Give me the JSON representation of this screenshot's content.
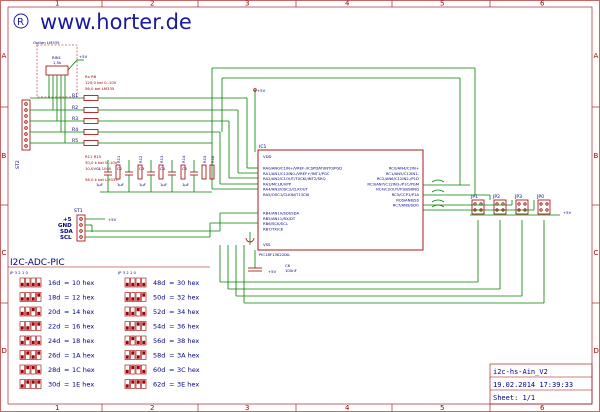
{
  "frame": {
    "cols": [
      "1",
      "2",
      "3",
      "4",
      "5",
      "6"
    ],
    "rows": [
      "A",
      "B",
      "C",
      "D"
    ]
  },
  "header": {
    "reg_mark": "®",
    "url": "www.horter.de"
  },
  "option_box": {
    "title": "Option LM335",
    "rin_name": "RIN1",
    "rin_value": "1,5k",
    "vcc": "+5V"
  },
  "notes": {
    "rx_header": "Rx R6",
    "rx_line1": "120,0 bei 0..10V",
    "rx_line2": "56,0 bei LM335",
    "r_range_header": "R11 R15",
    "r_range_line1": "30,0 k bei 0..10V",
    "r_range_line2": "10,0V = 1000",
    "r_range_line3": "56,0 k bei LM335"
  },
  "resistors": [
    "R1",
    "R2",
    "R3",
    "R4",
    "R5"
  ],
  "connector_st2": "ST2",
  "caps": [
    {
      "name": "C1",
      "value": "1µF"
    },
    {
      "name": "C2",
      "value": "1µF"
    },
    {
      "name": "C3",
      "value": "1µF"
    },
    {
      "name": "C4",
      "value": "1µF"
    },
    {
      "name": "C5",
      "value": "1µF"
    }
  ],
  "rvert": [
    "R11",
    "R12",
    "R13",
    "R14",
    "R15",
    "R16"
  ],
  "vcc_mid": "+5V",
  "ic": {
    "name": "IC1",
    "part": "PIC18F13K22DIL",
    "vdd": "VDD",
    "vss": "VSS",
    "left_pins": [
      "RA0/AN0/C1IN+/VREF-/ICSPDAT/INT0/PGD",
      "RA1/AN1/C12IN0-/VREF+/INT1/PGC",
      "RA2/AN2/C1OUT/T0CKI/INT2/SRQ",
      "RA3/MCLR/VPP",
      "RA4/AN3/OSC2/CLKOUT",
      "RA5/OSC1/CLKIN/T13CKI"
    ],
    "left_pins_b": [
      "RB4/AN10/SDI/SDA",
      "RB5/AN11/RX/DT",
      "RB6/SCK/SCL",
      "RB7/TX/CK"
    ],
    "right_pins": [
      "RC0/AN4/C2IN+",
      "RC1/AN5/C12IN1-",
      "RC2/AN6/C12IN2-/P1D",
      "RC3/AN7/C12IN3-/P1C/PGM",
      "RC4/C2OUT/P1B/SRNQ",
      "RC5/CCP1/P1A",
      "RC6/AN8/SS",
      "RC7/AN9/SDO"
    ]
  },
  "cap_c6": {
    "name": "C6",
    "value": "100nF",
    "vcc": "+5V"
  },
  "st1": {
    "name": "ST1",
    "pins": [
      "+5",
      "GND",
      "SDA",
      "SCL"
    ],
    "vcc": "+5V"
  },
  "jumpers": {
    "names": [
      "JP1",
      "JP2",
      "JP3",
      "JP0"
    ],
    "vcc": "+5V"
  },
  "section_title": "I2C-ADC-PIC",
  "addr_table": {
    "col_header_left": "JP 3 2 1 0",
    "col_header_right": "JP 3 2 1 0",
    "left": [
      {
        "d": "16d",
        "h": "10 hex"
      },
      {
        "d": "18d",
        "h": "12 hex"
      },
      {
        "d": "20d",
        "h": "14 hex"
      },
      {
        "d": "22d",
        "h": "16 hex"
      },
      {
        "d": "24d",
        "h": "18 hex"
      },
      {
        "d": "26d",
        "h": "1A hex"
      },
      {
        "d": "28d",
        "h": "1C hex"
      },
      {
        "d": "30d",
        "h": "1E hex"
      }
    ],
    "right": [
      {
        "d": "48d",
        "h": "30 hex"
      },
      {
        "d": "50d",
        "h": "32 hex"
      },
      {
        "d": "52d",
        "h": "34 hex"
      },
      {
        "d": "54d",
        "h": "36 hex"
      },
      {
        "d": "56d",
        "h": "38 hex"
      },
      {
        "d": "58d",
        "h": "3A hex"
      },
      {
        "d": "60d",
        "h": "3C hex"
      },
      {
        "d": "62d",
        "h": "3E hex"
      }
    ]
  },
  "title_block": {
    "file": "i2c-hs-Ain_V2",
    "date": "19.02.2014 17:39:33",
    "sheet": "Sheet: 1/1"
  },
  "colors": {
    "border": "#a00000",
    "wire": "#008000",
    "text": "#000080",
    "title": "#1a1aa0"
  }
}
